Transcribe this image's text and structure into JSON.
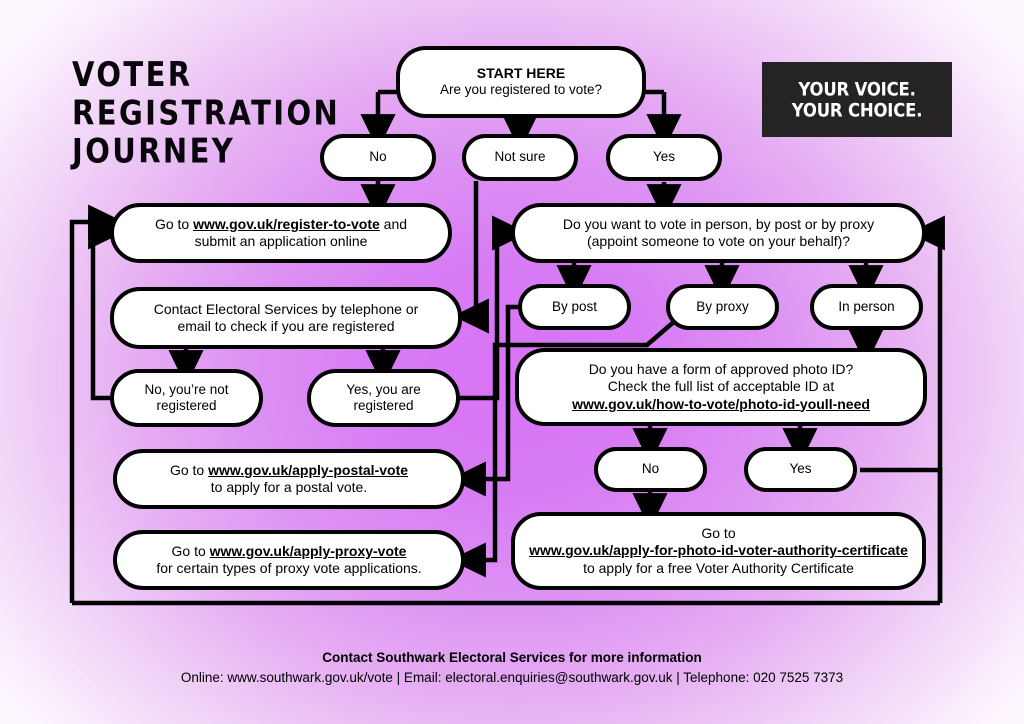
{
  "title": "VOTER\nREGISTRATION\nJOURNEY",
  "logo": {
    "line1": "YOUR VOICE.",
    "line2": "YOUR CHOICE."
  },
  "colors": {
    "background_center": "#d873f6",
    "background_edge": "#fdf7fe",
    "node_fill": "#ffffff",
    "stroke": "#000000",
    "logo_background": "#262324",
    "logo_text": "#ffffff"
  },
  "nodes": {
    "start": {
      "label_bold": "START HERE",
      "label": "Are you registered to vote?"
    },
    "answer_no": "No",
    "answer_not_sure": "Not sure",
    "answer_yes": "Yes",
    "register_online": {
      "pre": "Go to ",
      "link": "www.gov.uk/register-to-vote",
      "post": " and",
      "line2": "submit an application online"
    },
    "contact_services": {
      "line1": "Contact Electoral Services by telephone or",
      "line2": "email to check if you are registered"
    },
    "not_registered": {
      "line1": "No, you’re not",
      "line2": "registered"
    },
    "are_registered": {
      "line1": "Yes, you are",
      "line2": "registered"
    },
    "postal_vote": {
      "pre": "Go to ",
      "link": "www.gov.uk/apply-postal-vote",
      "line2": "to apply for a postal vote."
    },
    "proxy_vote": {
      "pre": "Go to ",
      "link": "www.gov.uk/apply-proxy-vote",
      "line2": "for certain types of proxy vote applications."
    },
    "vote_method": {
      "line1": "Do you want to vote in person, by post or by proxy",
      "line2": "(appoint someone to vote on your behalf)?"
    },
    "by_post": "By post",
    "by_proxy": "By proxy",
    "in_person": "In person",
    "photo_id": {
      "line1": "Do you have a form of approved photo ID?",
      "line2": "Check the full list of acceptable ID at",
      "link": "www.gov.uk/how-to-vote/photo-id-youll-need"
    },
    "id_no": "No",
    "id_yes": "Yes",
    "voter_certificate": {
      "line1": "Go to",
      "link": "www.gov.uk/apply-for-photo-id-voter-authority-certificate",
      "line3": "to apply for a free Voter Authority Certificate"
    }
  },
  "footer": {
    "heading": "Contact Southwark Electoral Services for more information",
    "details": "Online: www.southwark.gov.uk/vote  |  Email: electoral.enquiries@southwark.gov.uk  |  Telephone: 020 7525 7373"
  }
}
